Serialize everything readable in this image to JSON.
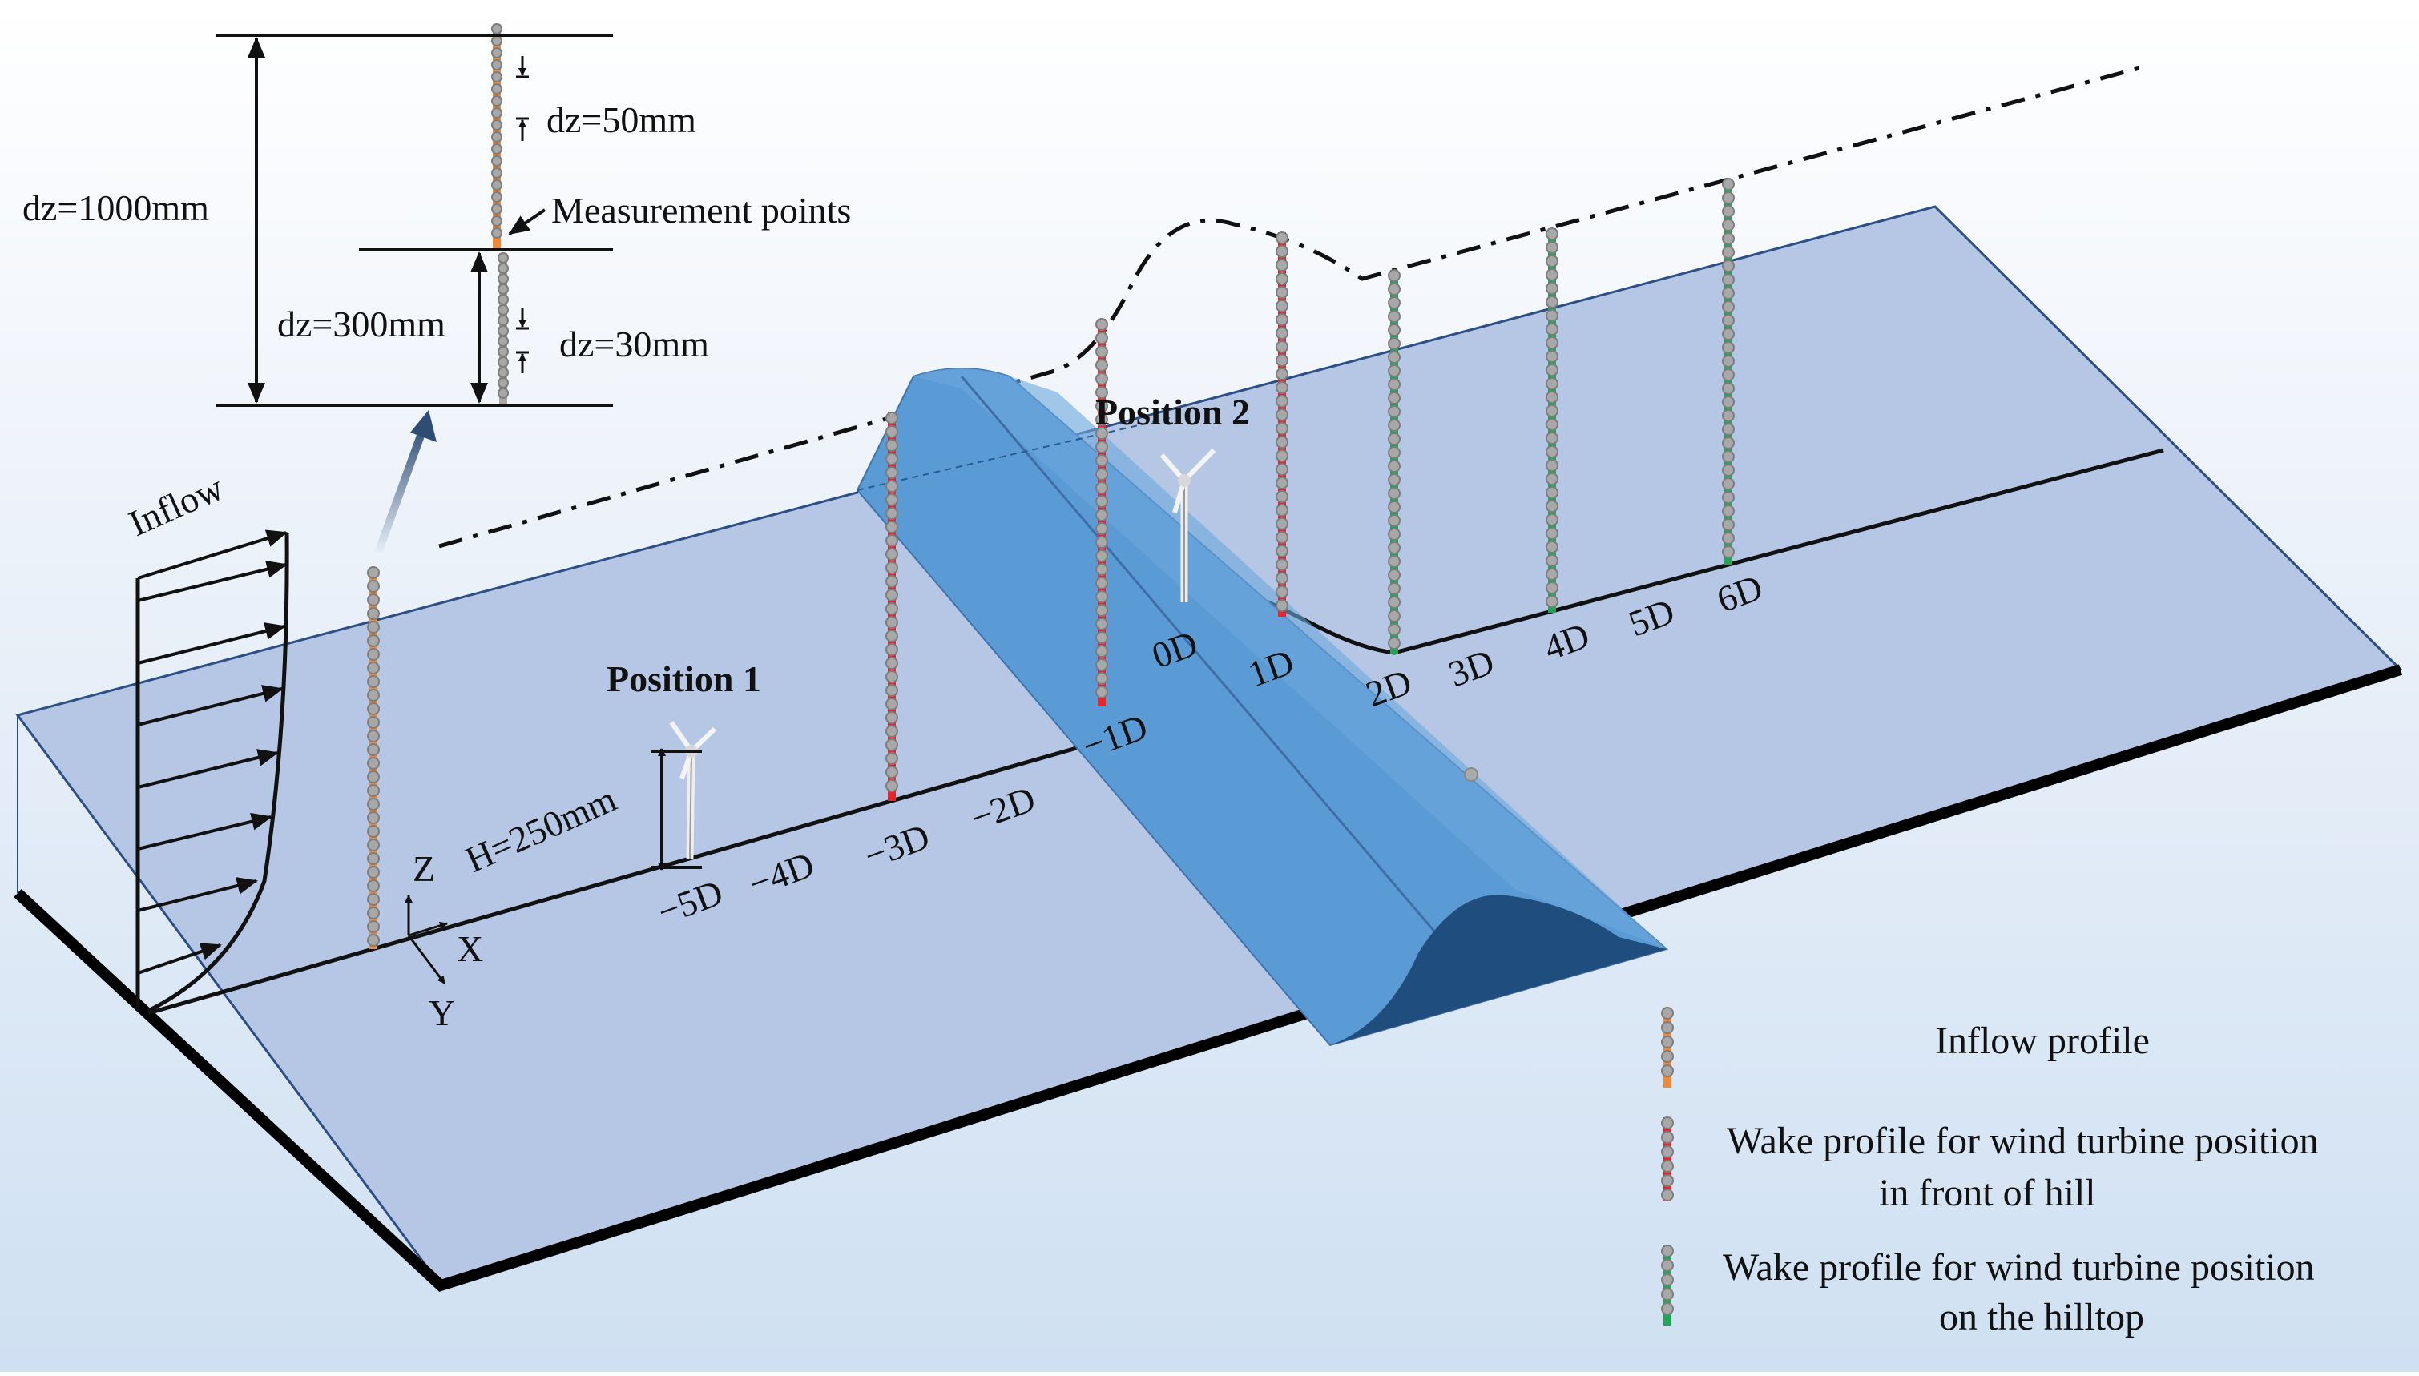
{
  "inset": {
    "total_height": "dz=1000mm",
    "upper_spacing": "dz=50mm",
    "lower_height": "dz=300mm",
    "lower_spacing": "dz=30mm",
    "points_label": "Measurement points"
  },
  "inflow_label": "Inflow",
  "hub_height_label": "H=250mm",
  "positions": {
    "p1": "Position 1",
    "p2": "Position 2"
  },
  "axes": {
    "z": "Z",
    "x": "X",
    "y": "Y"
  },
  "stations": [
    "−5D",
    "−4D",
    "−3D",
    "−2D",
    "−1D",
    "0D",
    "1D",
    "2D",
    "3D",
    "4D",
    "5D",
    "6D"
  ],
  "legend": {
    "inflow": "Inflow profile",
    "wake_front_l1": "Wake profile for wind turbine position",
    "wake_front_l2": "in front of hill",
    "wake_top_l1": "Wake profile for wind turbine position",
    "wake_top_l2": "on the hilltop"
  },
  "colors": {
    "inflow": "#ee8a3a",
    "wake_front": "#e5262a",
    "wake_top": "#22a455",
    "hill": "#5b9bd5",
    "floor": "#b7c9e8",
    "point": "#a8a8a8"
  }
}
